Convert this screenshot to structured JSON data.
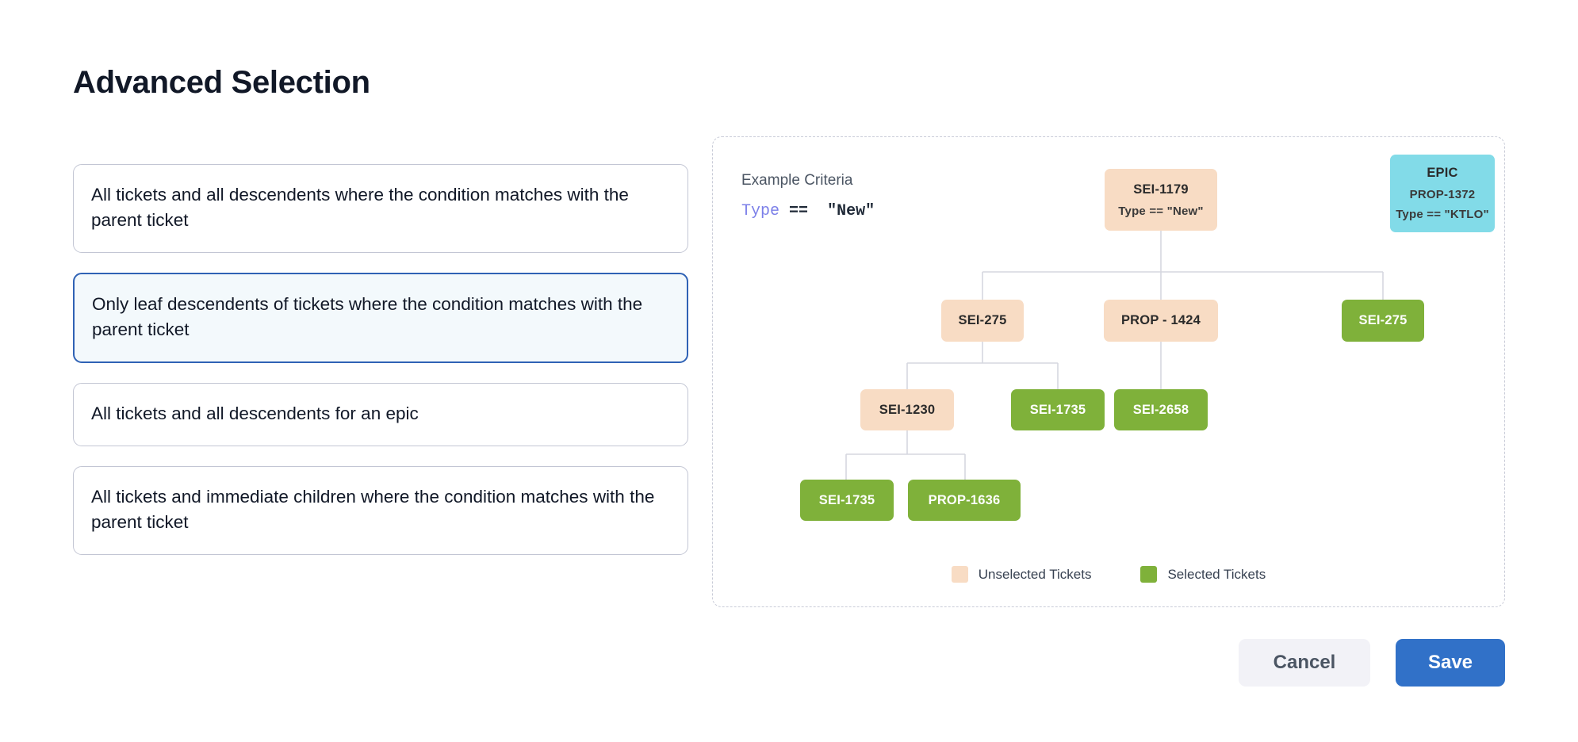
{
  "page": {
    "title": "Advanced Selection"
  },
  "options": [
    {
      "label": "All tickets and all descendents where the condition matches with the parent ticket",
      "selected": false
    },
    {
      "label": "Only leaf descendents of tickets where the condition matches with the parent ticket",
      "selected": true
    },
    {
      "label": "All tickets and all descendents for an epic",
      "selected": false
    },
    {
      "label": "All tickets and immediate children where the condition matches with the parent ticket",
      "selected": false
    }
  ],
  "diagram": {
    "criteria_title": "Example Criteria",
    "criteria_keyword": "Type",
    "criteria_operator": "==",
    "criteria_value": "\"New\"",
    "nodes": {
      "root": {
        "id": "SEI-1179",
        "sub": "Type == \"New\"",
        "state": "unselected"
      },
      "epic": {
        "title": "EPIC",
        "id": "PROP-1372",
        "sub": "Type == \"KTLO\"",
        "state": "epic"
      },
      "r2c1": {
        "id": "SEI-275",
        "state": "unselected"
      },
      "r2c2": {
        "id": "PROP - 1424",
        "state": "unselected"
      },
      "r2c3": {
        "id": "SEI-275",
        "state": "selected"
      },
      "r3c1": {
        "id": "SEI-1230",
        "state": "unselected"
      },
      "r3c2": {
        "id": "SEI-1735",
        "state": "selected"
      },
      "r3c3": {
        "id": "SEI-2658",
        "state": "selected"
      },
      "r4c1": {
        "id": "SEI-1735",
        "state": "selected"
      },
      "r4c2": {
        "id": "PROP-1636",
        "state": "selected"
      }
    },
    "legend": [
      {
        "label": "Unselected Tickets",
        "color": "#F8DCC4"
      },
      {
        "label": "Selected Tickets",
        "color": "#7FB13A"
      }
    ]
  },
  "footer": {
    "cancel_label": "Cancel",
    "save_label": "Save"
  },
  "colors": {
    "unselected": "#F8DCC4",
    "selected": "#7FB13A",
    "epic": "#82DBE8",
    "accent": "#3171C8",
    "selected_card_border": "#2F62B5",
    "selected_card_bg": "#F3F9FC",
    "edge": "#D5D7DF"
  }
}
